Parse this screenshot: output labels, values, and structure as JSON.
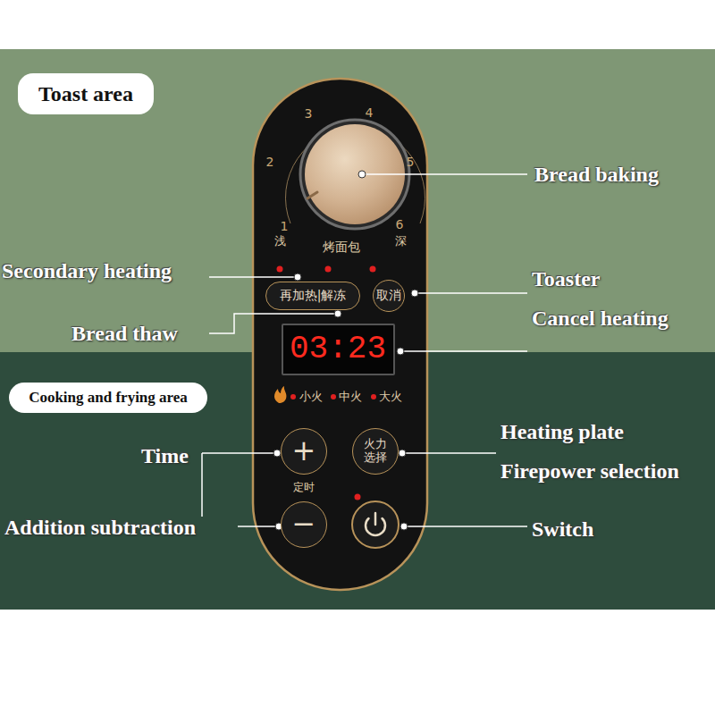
{
  "diagram": {
    "nodes": [
      {
        "text": [
          "Toast area"
        ]
      },
      {
        "text": [
          "再加热|解冻"
        ]
      },
      {
        "text": [
          "取消"
        ]
      },
      {
        "text": [
          "03:23"
        ]
      },
      {
        "text": [
          "Cooking and frying area"
        ]
      },
      {
        "text": [
          "+"
        ]
      },
      {
        "text": [
          "火力选择"
        ]
      },
      {
        "text": [
          "−"
        ]
      }
    ],
    "labels": [
      "1",
      "2",
      "3",
      "4",
      "5",
      "6",
      "浅",
      "烤面包",
      "深",
      "Bread baking",
      "Secondary heating",
      "Toaster",
      "Cancel heating",
      "Bread thaw",
      "小火",
      "中火",
      "大火",
      "Time",
      "定时",
      "Addition subtraction",
      "Heating plate",
      "Firepower selection",
      "Switch"
    ]
  }
}
